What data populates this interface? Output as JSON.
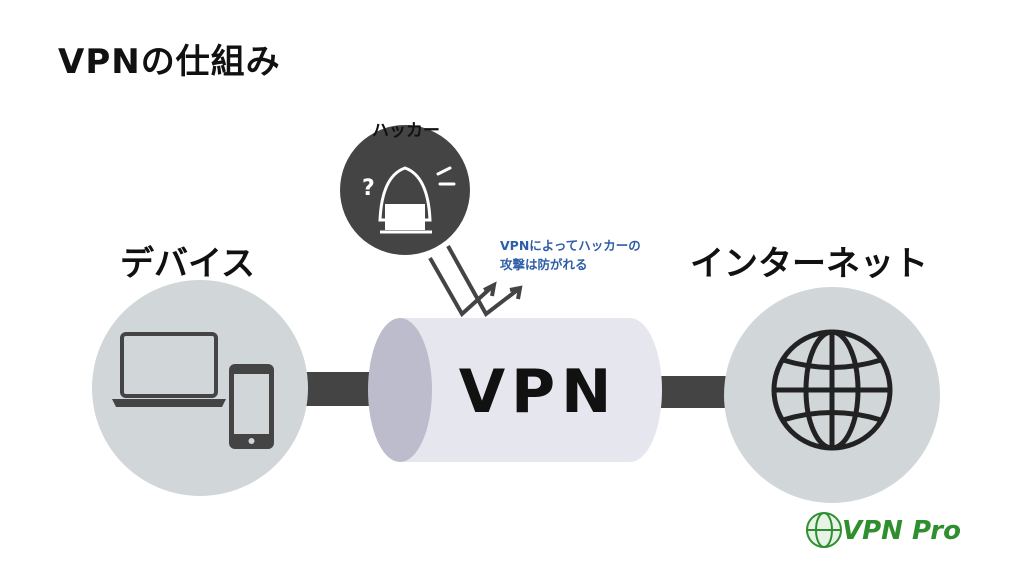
{
  "title": "VPNの仕組み",
  "devices_label": "デバイス",
  "internet_label": "インターネット",
  "hacker_label": "ハッカー",
  "vpn_label": "VPN",
  "note_lines": [
    "VPNによってハッカーの",
    "攻撃は防がれる"
  ],
  "brand": "VPN Pro",
  "colors": {
    "circle": "#d1d6d9",
    "tunnel": "#e6e6ee",
    "tunnel_end": "#bcbccc",
    "cable": "#444444",
    "dark": "#444444",
    "note": "#2f5ea8",
    "brand": "#2f8f2f"
  },
  "icons": [
    "laptop-icon",
    "smartphone-icon",
    "globe-icon",
    "hacker-icon",
    "deflect-arrows-icon",
    "brand-globe-icon"
  ]
}
